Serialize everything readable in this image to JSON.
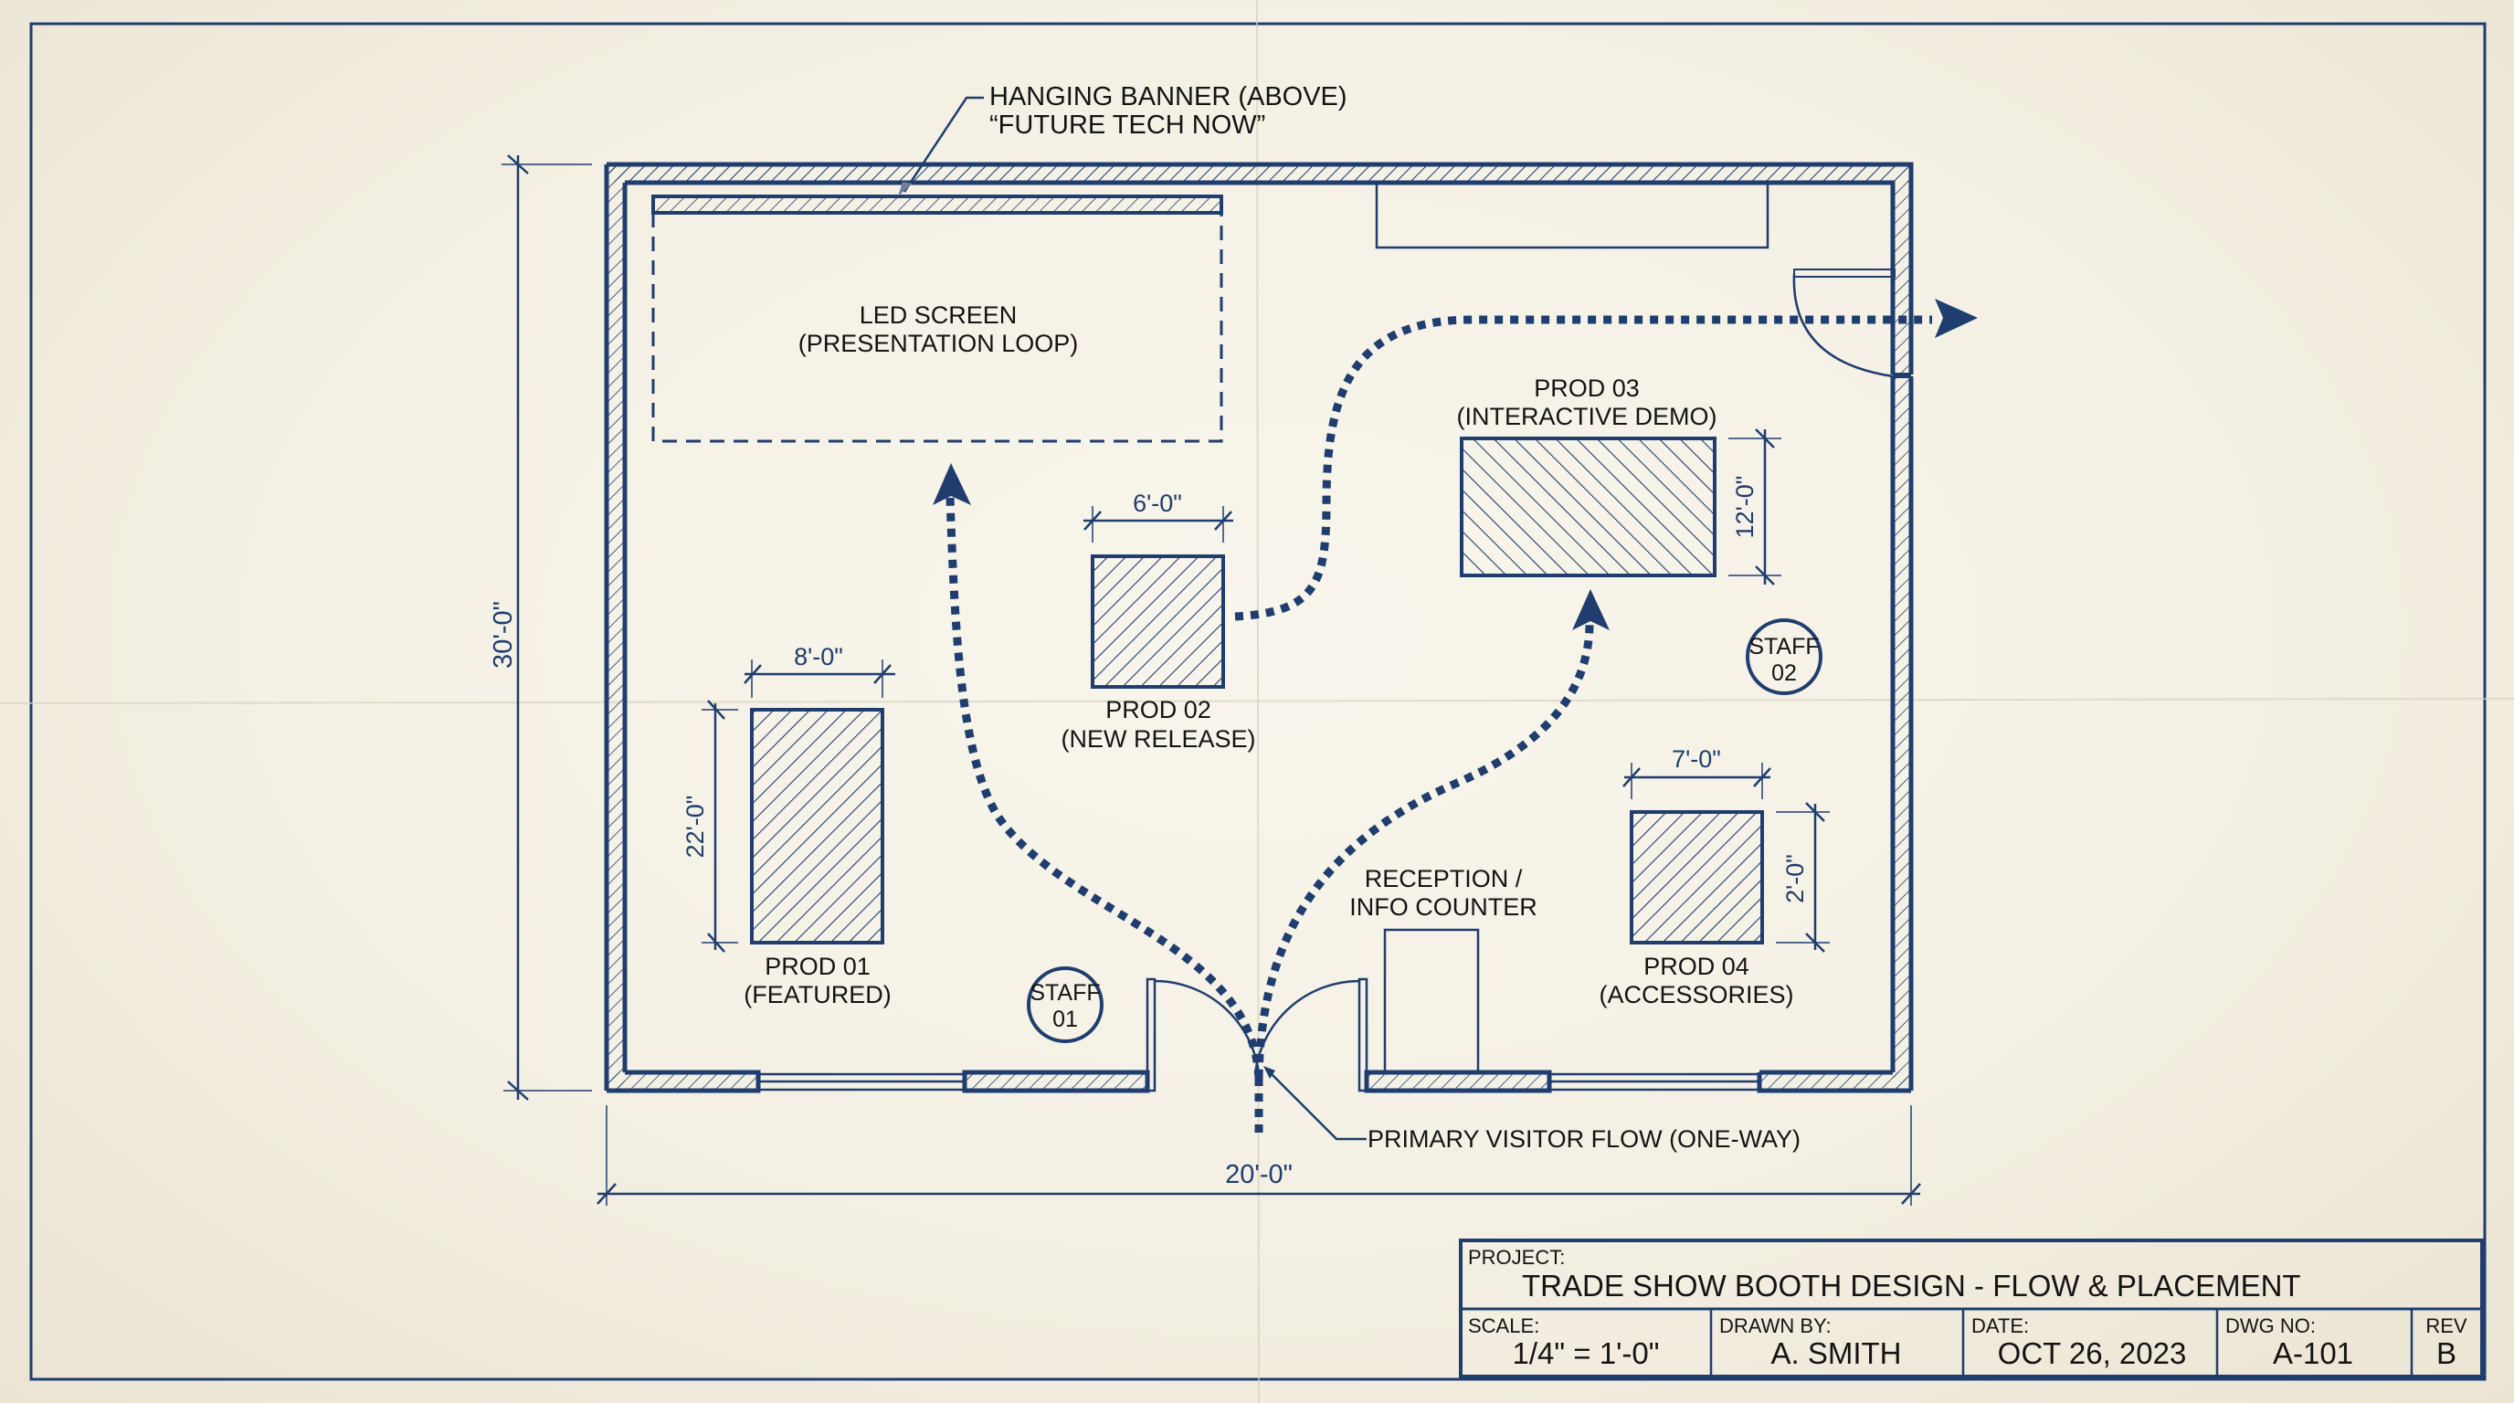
{
  "colors": {
    "ink": "#1f3d6e",
    "paper": "#f4f0e4",
    "text": "#141414"
  },
  "annotations": {
    "banner_line1": "HANGING BANNER (ABOVE)",
    "banner_line2": "“FUTURE TECH NOW”",
    "visitor_flow": "PRIMARY VISITOR FLOW (ONE-WAY)"
  },
  "zones": {
    "led_screen": {
      "line1": "LED SCREEN",
      "line2": "(PRESENTATION LOOP)"
    },
    "prod01": {
      "line1": "PROD 01",
      "line2": "(FEATURED)",
      "width_dim": "8'-0\"",
      "depth_dim": "22'-0\""
    },
    "prod02": {
      "line1": "PROD 02",
      "line2": "(NEW RELEASE)",
      "width_dim": "6'-0\""
    },
    "prod03": {
      "line1": "PROD 03",
      "line2": "(INTERACTIVE DEMO)",
      "depth_dim": "12'-0\""
    },
    "prod04": {
      "line1": "PROD 04",
      "line2": "(ACCESSORIES)",
      "width_dim": "7'-0\"",
      "depth_dim": "2'-0\""
    },
    "reception": {
      "line1": "RECEPTION /",
      "line2": "INFO COUNTER"
    },
    "staff01": {
      "line1": "STAFF",
      "line2": "01"
    },
    "staff02": {
      "line1": "STAFF",
      "line2": "02"
    }
  },
  "overall_dims": {
    "depth": "30'-0\"",
    "width": "20'-0\""
  },
  "title_block": {
    "project_label": "PROJECT:",
    "project_value": "TRADE SHOW BOOTH DESIGN - FLOW & PLACEMENT",
    "scale_label": "SCALE:",
    "scale_value": "1/4\" = 1'-0\"",
    "drawn_by_label": "DRAWN BY:",
    "drawn_by_value": "A. SMITH",
    "date_label": "DATE:",
    "date_value": "OCT 26, 2023",
    "dwg_no_label": "DWG NO:",
    "dwg_no_value": "A-101",
    "rev_label": "REV",
    "rev_value": "B"
  }
}
